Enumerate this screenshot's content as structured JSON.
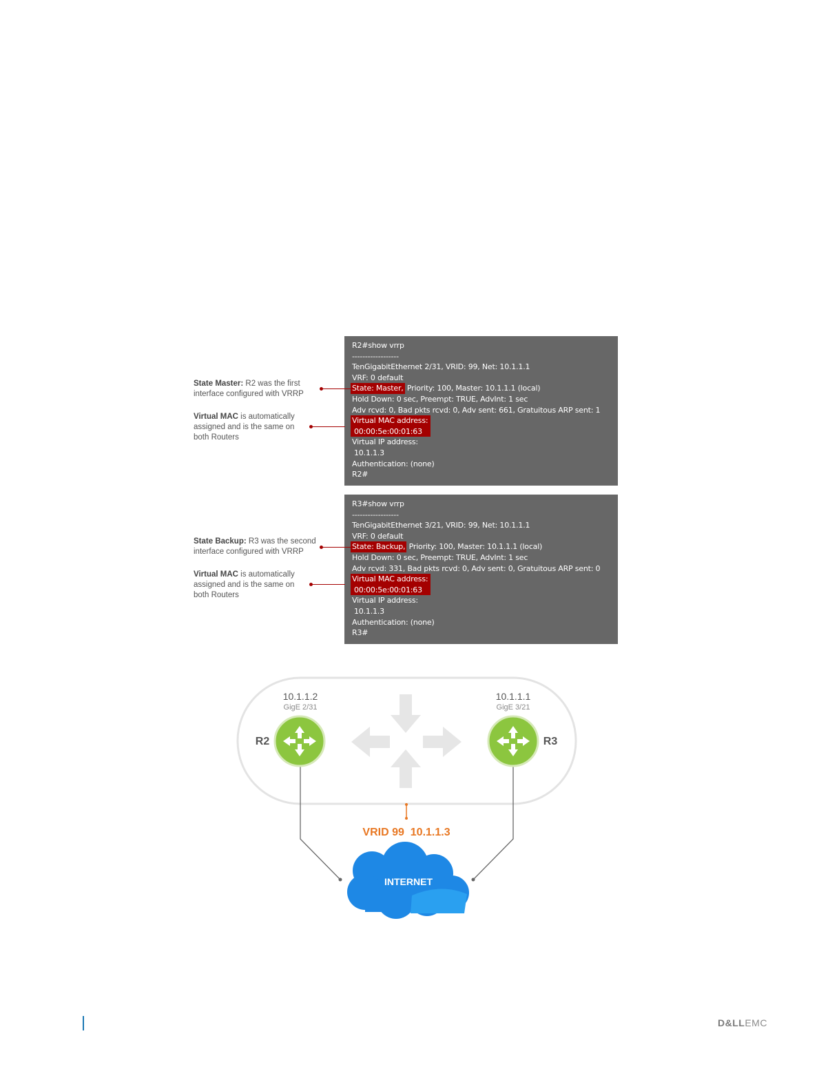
{
  "callouts": [
    {
      "bold": "State Master:",
      "line1": " R2 was the first",
      "line2": "interface configured with VRRP"
    },
    {
      "bold": "Virtual MAC",
      "line1": " is automatically",
      "line2": "assigned and is the same on",
      "line3": "both Routers"
    },
    {
      "bold": "State Backup:",
      "line1": " R3 was the second",
      "line2": "interface configured  with VRRP"
    },
    {
      "bold": "Virtual MAC",
      "line1": " is automatically",
      "line2": "assigned and is the same on",
      "line3": "both Routers"
    }
  ],
  "r2": {
    "prompt": "R2#show vrrp",
    "dashes": "------------------",
    "iface": "TenGigabitEthernet 2/31, VRID: 99, Net: 10.1.1.1",
    "vrf": "VRF: 0 default",
    "state_hl": "State: Master,",
    "state_rest": " Priority: 100, Master: 10.1.1.1 (local)",
    "hold": "Hold Down: 0 sec, Preempt: TRUE, AdvInt: 1 sec",
    "adv": "Adv rcvd: 0, Bad pkts rcvd: 0, Adv sent: 661, Gratuitous ARP sent: 1",
    "vmac_label": "Virtual MAC address:",
    "vmac": "00:00:5e:00:01:63",
    "vip_label": "Virtual IP address:",
    "vip": "10.1.1.3",
    "auth": "Authentication: (none)",
    "end": "R2#"
  },
  "r3": {
    "prompt": "R3#show vrrp",
    "dashes": "------------------",
    "iface": "TenGigabitEthernet 3/21, VRID: 99, Net: 10.1.1.1",
    "vrf": "VRF: 0 default",
    "state_hl": "State: Backup,",
    "state_rest": " Priority: 100, Master: 10.1.1.1 (local)",
    "hold": "Hold Down: 0 sec, Preempt: TRUE, AdvInt: 1 sec",
    "adv": "Adv rcvd: 331, Bad pkts rcvd: 0, Adv sent: 0, Gratuitous ARP sent: 0",
    "vmac_label": "Virtual MAC address:",
    "vmac": "00:00:5e:00:01:63",
    "vip_label": "Virtual IP address:",
    "vip": "10.1.1.3",
    "auth": "Authentication: (none)",
    "end": "R3#"
  },
  "diagram": {
    "r2_ip": "10.1.1.2",
    "r2_port": "GigE 2/31",
    "r2_name": "R2",
    "r3_ip": "10.1.1.1",
    "r3_port": "GigE 3/21",
    "r3_name": "R3",
    "vrid_label": "VRID 99  10.1.1.3",
    "cloud_label": "INTERNET"
  },
  "colors": {
    "router_green": "#8cc63f",
    "highlight_red": "#a40000",
    "vrid_orange": "#e87722",
    "cloud_blue": "#1e88e5"
  },
  "footer": {
    "logo_bold": "D&LL",
    "logo_rest": "EMC"
  }
}
